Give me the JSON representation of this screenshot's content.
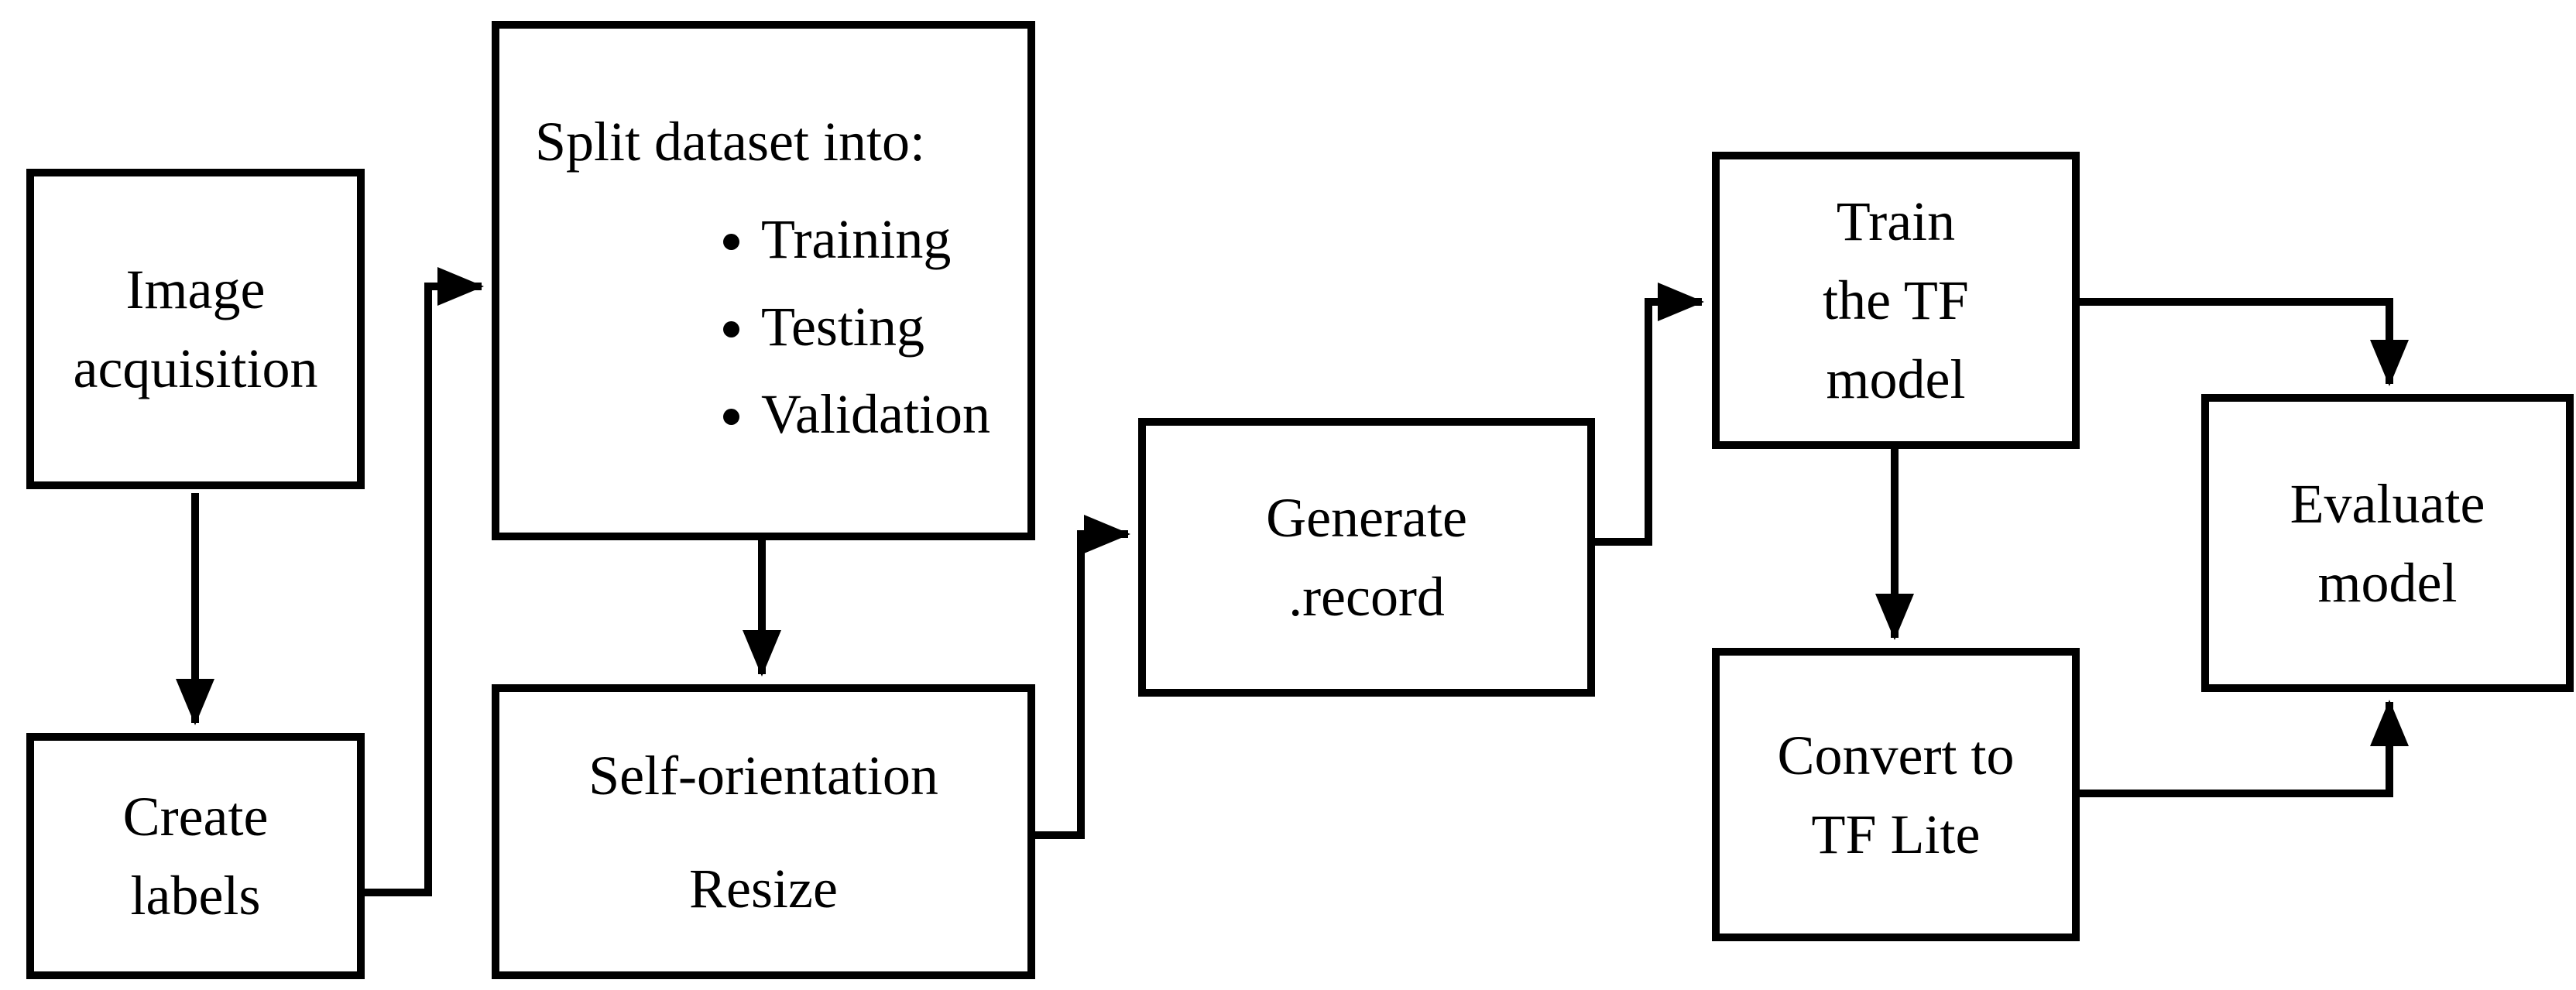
{
  "diagram": {
    "background_color": "#ffffff",
    "line_color": "#000000",
    "nodes": {
      "image_acquisition": {
        "lines": [
          "Image",
          "acquisition"
        ]
      },
      "create_labels": {
        "lines": [
          "Create",
          "labels"
        ]
      },
      "split_dataset": {
        "title": "Split dataset into:",
        "bullets": [
          "Training",
          "Testing",
          "Validation"
        ]
      },
      "self_orientation": {
        "lines": [
          "Self-orientation",
          "Resize"
        ]
      },
      "generate_record": {
        "lines": [
          "Generate",
          ".record"
        ]
      },
      "train_tf": {
        "lines": [
          "Train",
          "the TF",
          "model"
        ]
      },
      "convert_tflite": {
        "lines": [
          "Convert to",
          "TF Lite"
        ]
      },
      "evaluate_model": {
        "lines": [
          "Evaluate",
          "model"
        ]
      }
    },
    "edges": [
      {
        "from": "image_acquisition",
        "to": "create_labels"
      },
      {
        "from": "create_labels",
        "to": "split_dataset"
      },
      {
        "from": "split_dataset",
        "to": "self_orientation"
      },
      {
        "from": "self_orientation",
        "to": "generate_record"
      },
      {
        "from": "generate_record",
        "to": "train_tf"
      },
      {
        "from": "train_tf",
        "to": "convert_tflite"
      },
      {
        "from": "train_tf",
        "to": "evaluate_model"
      },
      {
        "from": "convert_tflite",
        "to": "evaluate_model"
      }
    ]
  }
}
